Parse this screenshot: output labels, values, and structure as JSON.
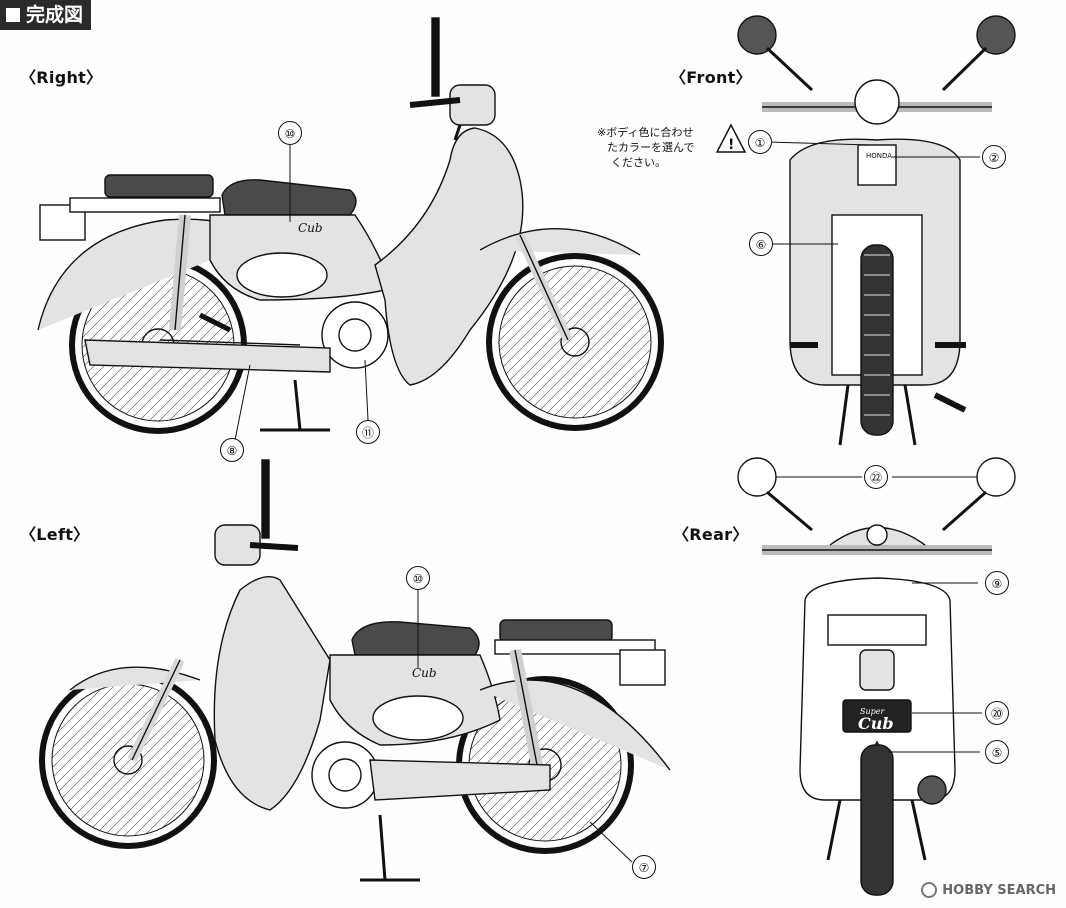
{
  "header": {
    "title": "完成図"
  },
  "views": {
    "right": "〈Right〉",
    "front": "〈Front〉",
    "left": "〈Left〉",
    "rear": "〈Rear〉"
  },
  "note": {
    "symbol": "caution-triangle",
    "lines": [
      "※ボディ色に合わせ",
      "たカラーを選んで",
      "ください。"
    ]
  },
  "callouts": {
    "c1": "①",
    "c2": "②",
    "c5": "⑤",
    "c6": "⑥",
    "c7": "⑦",
    "c8": "⑧",
    "c9": "⑨",
    "c10_right": "⑩",
    "c10_left": "⑩",
    "c11": "⑪",
    "c20": "⑳",
    "c22": "㉒"
  },
  "decals": {
    "cub_logo": "Cub",
    "honda": "HONDA",
    "super": "Super"
  },
  "watermark": {
    "text": "HOBBY SEARCH"
  },
  "colors": {
    "line": "#111111",
    "body_fill": "#e3e3e3",
    "seat_fill": "#4a4a4a",
    "paper": "#fefefe"
  }
}
